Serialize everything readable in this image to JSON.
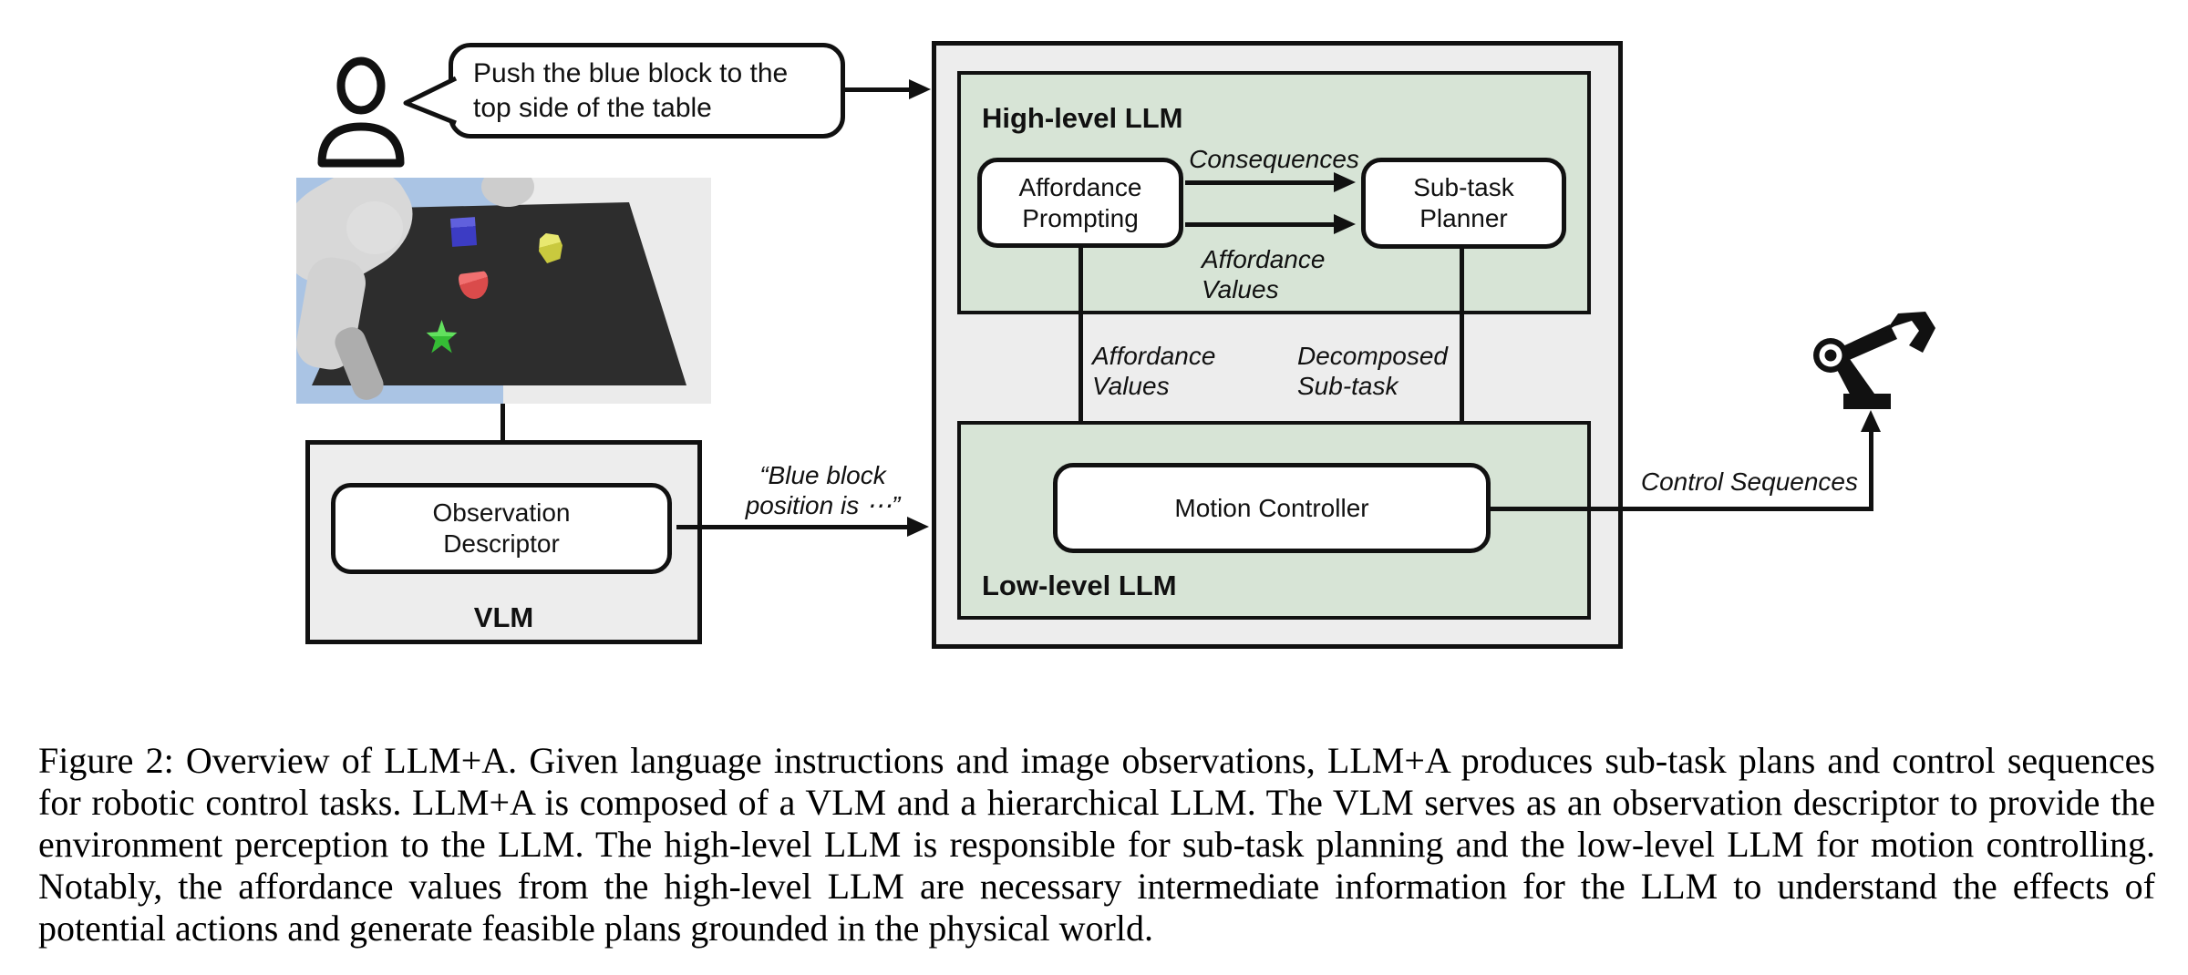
{
  "instruction": {
    "lines": [
      "Push the blue block to the",
      "top side of the table"
    ]
  },
  "vlm": {
    "title": "VLM",
    "observation_descriptor": [
      "Observation",
      "Descriptor"
    ],
    "output_text": [
      "“Blue block",
      "position is ⋯”"
    ]
  },
  "high_level": {
    "title": "High-level LLM",
    "affordance_prompting": [
      "Affordance",
      "Prompting"
    ],
    "subtask_planner": [
      "Sub-task",
      "Planner"
    ],
    "consequences_label": "Consequences",
    "affordance_values_label": [
      "Affordance",
      "Values"
    ]
  },
  "mid_labels": {
    "affordance_values": [
      "Affordance",
      "Values"
    ],
    "decomposed_subtask": [
      "Decomposed",
      "Sub-task"
    ]
  },
  "low_level": {
    "title": "Low-level LLM",
    "motion_controller": "Motion Controller"
  },
  "output_label": "Control Sequences",
  "scene": {
    "objects": [
      "robot-arm",
      "blue-cube",
      "yellow-block",
      "red-block",
      "green-star"
    ],
    "colors": {
      "wall_blue": "#aac4e4",
      "wall_gray": "#ebebeb",
      "table": "#2d2d2d",
      "blue_block": "#3c3cc4",
      "yellow_block": "#c9c93e",
      "red_block": "#da4b4b",
      "green_block": "#35bd35"
    }
  },
  "diagram_colors": {
    "panel_gray": "#ededed",
    "panel_green": "#d7e4d6",
    "line_black": "#111111"
  },
  "caption": {
    "lines": [
      "Figure 2: Overview of LLM+A. Given language instructions and image observations, LLM+A produces sub-task plans and control sequences",
      "for robotic control tasks. LLM+A is composed of a VLM and a hierarchical LLM. The VLM serves as an observation descriptor to provide the",
      "environment perception to the LLM. The high-level LLM is responsible for sub-task planning and the low-level LLM for motion controlling.",
      "Notably, the affordance values from the high-level LLM are necessary intermediate information for the LLM to understand the effects of",
      "potential actions and generate feasible plans grounded in the physical world."
    ]
  }
}
